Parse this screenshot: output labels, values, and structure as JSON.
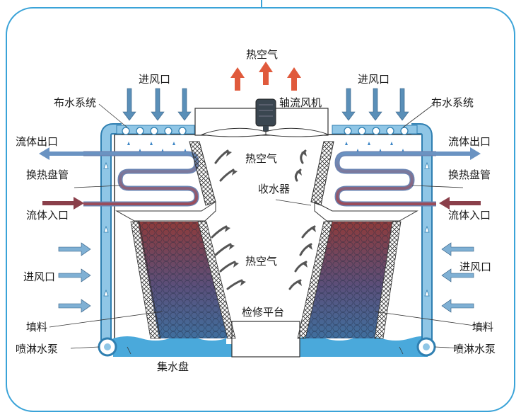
{
  "labels": {
    "hot_air_top": "热空气",
    "fan": "轴流风机",
    "air_inlet_top_left": "进风口",
    "air_inlet_top_right": "进风口",
    "water_dist_left": "布水系统",
    "water_dist_right": "布水系统",
    "fluid_out_left": "流体出口",
    "fluid_out_right": "流体出口",
    "coil_left": "换热盘管",
    "coil_right": "换热盘管",
    "fluid_in_left": "流体入口",
    "fluid_in_right": "流体入口",
    "hot_air_mid": "热空气",
    "collector": "收水器",
    "hot_air_low": "热空气",
    "air_inlet_left": "进风口",
    "air_inlet_right": "进风口",
    "platform": "检修平台",
    "fill_left": "填料",
    "fill_right": "填料",
    "pump_left": "喷淋水泵",
    "pump_right": "喷淋水泵",
    "basin": "集水盘"
  },
  "colors": {
    "frame": "#3aa3d8",
    "pipe": "#8fc6e6",
    "pipe_edge": "#2f7fb1",
    "air_in_arrow": "#5a8fb8",
    "hot_air_arrow": "#e05a3c",
    "fluid_out_arrow": "#6a93c2",
    "fluid_in_arrow": "#8a3f4a",
    "fill_top": "#8e3b3b",
    "fill_bottom": "#3f6f9e",
    "water_drop_blue": "#3d86c6",
    "water_drop_red": "#b5373c"
  }
}
